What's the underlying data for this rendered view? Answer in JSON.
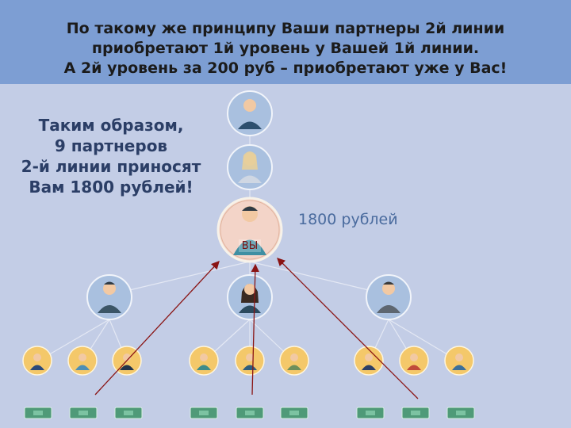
{
  "title": {
    "line1": "По такому же принципу Ваши партнеры 2й линии",
    "line2": "приобретают 1й уровень у Вашей 1й линии.",
    "line3": "А 2й уровень за 200 руб – приобретают уже у Вас!"
  },
  "note": {
    "line1": "Таким образом,",
    "line2": "9 партнеров",
    "line3": "2-й линии приносят",
    "line4": "Вам 1800 рублей!"
  },
  "diagram": {
    "amount_label": "1800 рублей",
    "you_label": "ВЫ"
  },
  "colors": {
    "title_bg": "#7d9ed3",
    "body_bg": "#c3cde6",
    "node_blue": "#a9c0df",
    "node_gold": "#f4c86a",
    "arrow": "#8a1414",
    "money": "#4f9a78"
  }
}
